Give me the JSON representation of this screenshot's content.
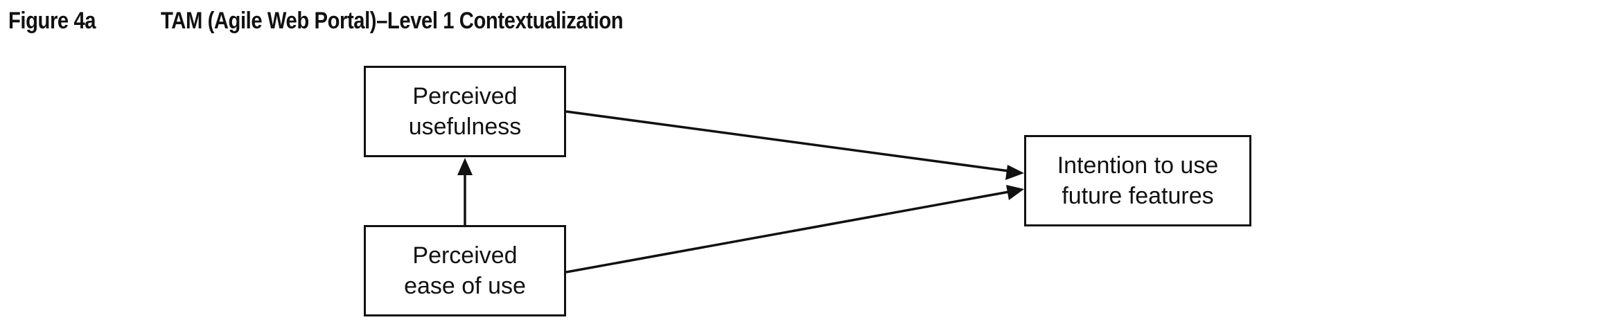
{
  "figure": {
    "label": "Figure 4a",
    "title": "TAM (Agile Web Portal)–Level 1 Contextualization"
  },
  "diagram": {
    "nodes": [
      {
        "id": "perceived-usefulness",
        "label": "Perceived\nusefulness"
      },
      {
        "id": "perceived-ease-of-use",
        "label": "Perceived\nease of use"
      },
      {
        "id": "intention-to-use",
        "label": "Intention to use\nfuture features"
      }
    ],
    "edges": [
      {
        "from": "perceived-ease-of-use",
        "to": "perceived-usefulness"
      },
      {
        "from": "perceived-usefulness",
        "to": "intention-to-use"
      },
      {
        "from": "perceived-ease-of-use",
        "to": "intention-to-use"
      }
    ],
    "colors": {
      "stroke": "#111111",
      "background": "#ffffff"
    }
  }
}
